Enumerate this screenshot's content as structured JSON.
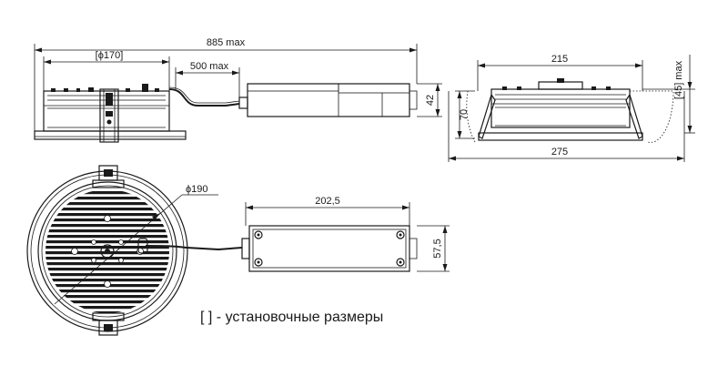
{
  "dimensions": {
    "overall_length": "885 max",
    "mount_diameter_installation": "[ϕ170]",
    "cable_length": "500 max",
    "driver_height": "42",
    "luminaire_width": "215",
    "flange_width": "275",
    "mount_height": "[45] max",
    "side_clearance": "70",
    "outer_diameter": "ϕ190",
    "driver_length": "202,5",
    "driver_width": "57,5"
  },
  "legend": {
    "brackets": "[  ]",
    "text": "- установочные размеры"
  }
}
